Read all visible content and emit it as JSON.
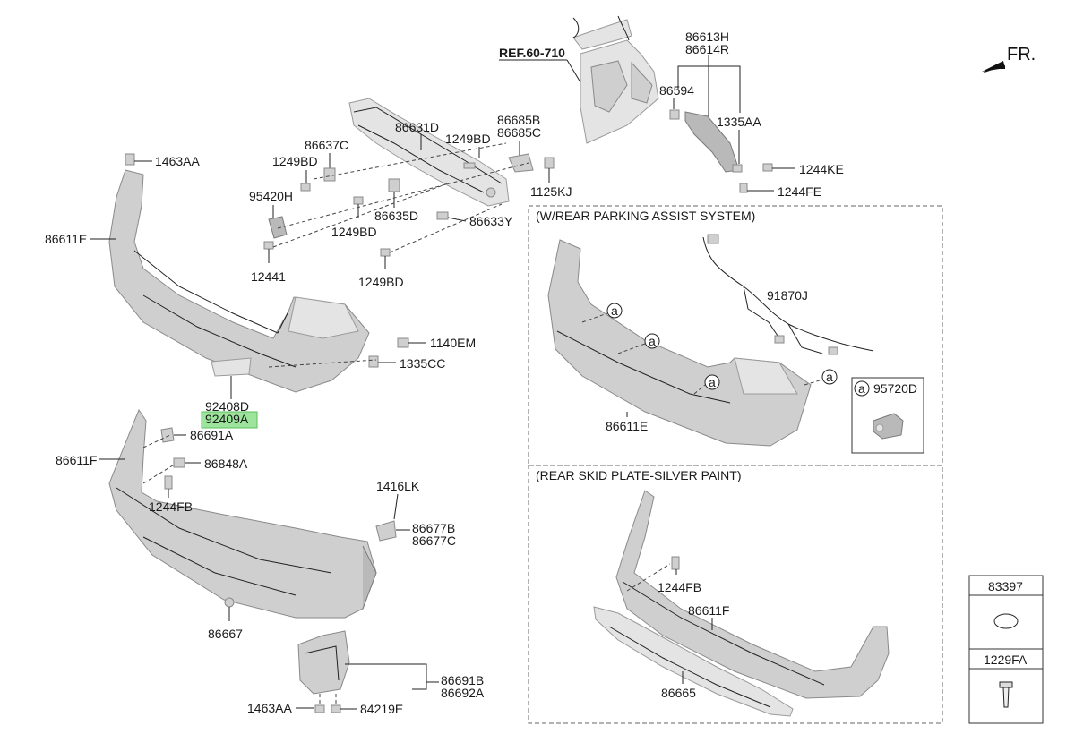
{
  "diagram": {
    "fr_label": "FR.",
    "ref_label": "REF.60-710",
    "labels": {
      "l86613H": "86613H",
      "l86614R": "86614R",
      "l86594": "86594",
      "l1335AA": "1335AA",
      "l1244KE": "1244KE",
      "l1244FE": "1244FE",
      "l86685B": "86685B",
      "l86685C": "86685C",
      "l86631D": "86631D",
      "l1249BD_a": "1249BD",
      "l86637C": "86637C",
      "l1249BD_b": "1249BD",
      "l1125KJ": "1125KJ",
      "l95420H": "95420H",
      "l86635D": "86635D",
      "l1249BD_c": "1249BD",
      "l86633Y": "86633Y",
      "l12441": "12441",
      "l1249BD_d": "1249BD",
      "l1463AA_top": "1463AA",
      "l86611E": "86611E",
      "l1140EM": "1140EM",
      "l1335CC": "1335CC",
      "l92408D": "92408D",
      "l92409A": "92409A",
      "l86691A": "86691A",
      "l86611F": "86611F",
      "l86848A": "86848A",
      "l1244FB": "1244FB",
      "l1416LK": "1416LK",
      "l86677B": "86677B",
      "l86677C": "86677C",
      "l86667": "86667",
      "l86691B": "86691B",
      "l86692A": "86692A",
      "l1463AA_bot": "1463AA",
      "l84219E": "84219E"
    },
    "box_parking": {
      "title": "(W/REAR PARKING ASSIST SYSTEM)",
      "l91870J": "91870J",
      "l86611E": "86611E",
      "callout": "a",
      "sensor_callout": "a",
      "sensor_part": "95720D"
    },
    "box_skid": {
      "title": "(REAR SKID PLATE-SILVER PAINT)",
      "l1244FB": "1244FB",
      "l86611F": "86611F",
      "l86665": "86665"
    },
    "legend_table": {
      "item1": "83397",
      "item2": "1229FA"
    },
    "highlight_color": "#9de59d"
  }
}
